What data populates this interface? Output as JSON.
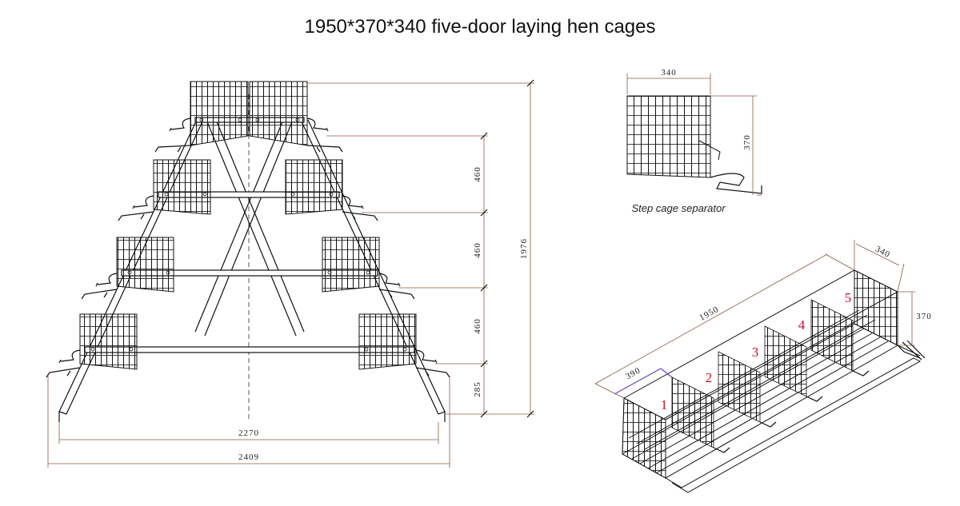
{
  "title": "1950*370*340 five-door laying hen cages",
  "front_view": {
    "dims": {
      "tier1": "460",
      "tier2": "460",
      "tier3": "460",
      "bottom": "285",
      "total_height": "1976",
      "inner_width": "2270",
      "outer_width": "2409"
    }
  },
  "separator_view": {
    "caption": "Step cage separator",
    "dims": {
      "width": "340",
      "height": "370"
    }
  },
  "iso_view": {
    "dims": {
      "length": "1950",
      "depth": "340",
      "height": "370",
      "door": "390"
    },
    "door_numbers": [
      "1",
      "2",
      "3",
      "4",
      "5"
    ]
  },
  "colors": {
    "line": "#111111",
    "dim_line": "#8a5a44",
    "door_dim": "#6a3fc4",
    "numbers": "#c8102e"
  }
}
